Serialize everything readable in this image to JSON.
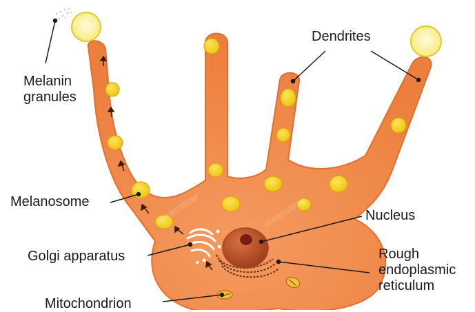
{
  "labels": {
    "melanin_granules": [
      "Melanin",
      "granules"
    ],
    "dendrites": "Dendrites",
    "melanosome": "Melanosome",
    "nucleus": "Nucleus",
    "golgi": "Golgi apparatus",
    "rough_er": [
      "Rough",
      "endoplasmic",
      "reticulum"
    ],
    "mitochondrion": "Mitochondrion"
  },
  "watermark": "dreamstime",
  "colors": {
    "cell_fill": "#f08a4b",
    "cell_stroke": "#e26f2f",
    "melanosome_fill": "#f7d21c",
    "melanosome_stroke": "#d4a70a",
    "granule_fill": "#fbf3a0",
    "nucleus_fill": "#c85a2a",
    "nucleolus_fill": "#7a1d14",
    "leader_line": "#1a1a1a"
  }
}
